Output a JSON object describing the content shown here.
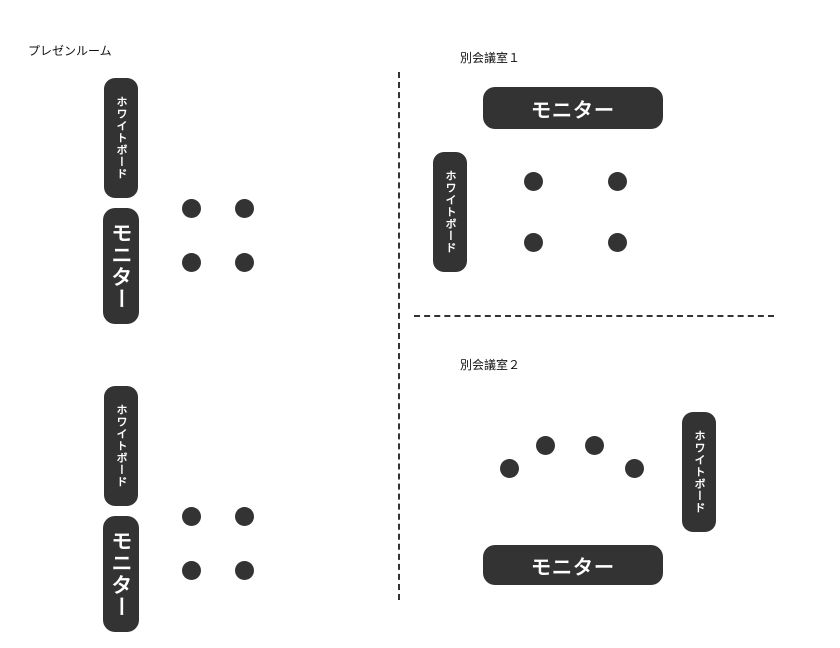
{
  "rooms": {
    "presen": {
      "title": "プレゼンルーム"
    },
    "room1": {
      "title": "別会議室１"
    },
    "room2": {
      "title": "別会議室２"
    }
  },
  "labels": {
    "whiteboard": "ホワイトボード",
    "monitor": "モニター"
  }
}
